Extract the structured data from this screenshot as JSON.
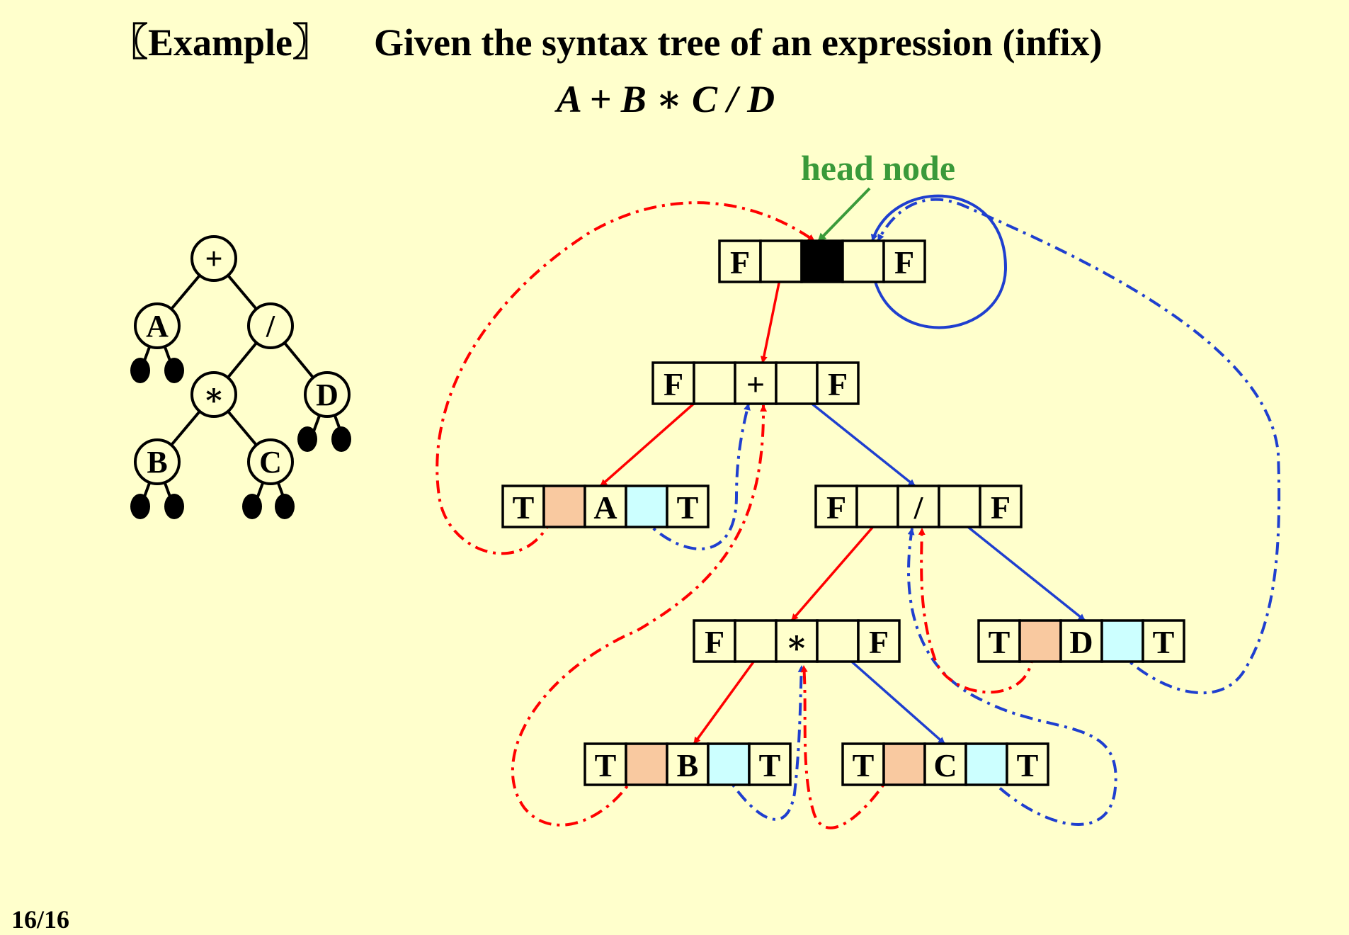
{
  "slide": {
    "title_tag": "〖Example〗",
    "title_text": "Given the syntax tree of an expression (infix)",
    "expression": "A + B ∗ C / D",
    "page_number": "16/16"
  },
  "colors": {
    "background": "#ffffcc",
    "thread_left": "#ff0000",
    "thread_right": "#1f3fcf",
    "head_label": "#3a9a3a",
    "left_cell_fill": "#f9c9a0",
    "right_cell_fill": "#ccffff",
    "head_cell_fill": "#000000"
  },
  "syntax_tree": {
    "nodes": [
      {
        "id": "plus",
        "label": "+"
      },
      {
        "id": "A",
        "label": "A"
      },
      {
        "id": "div",
        "label": "/"
      },
      {
        "id": "mul",
        "label": "∗"
      },
      {
        "id": "D",
        "label": "D"
      },
      {
        "id": "B",
        "label": "B"
      },
      {
        "id": "C",
        "label": "C"
      }
    ]
  },
  "threaded_tree": {
    "head_label": "head node",
    "nodes": [
      {
        "id": "head",
        "left_tag": "F",
        "data": "",
        "right_tag": "F"
      },
      {
        "id": "plus",
        "left_tag": "F",
        "data": "+",
        "right_tag": "F"
      },
      {
        "id": "A",
        "left_tag": "T",
        "data": "A",
        "right_tag": "T"
      },
      {
        "id": "div",
        "left_tag": "F",
        "data": "/",
        "right_tag": "F"
      },
      {
        "id": "mul",
        "left_tag": "F",
        "data": "∗",
        "right_tag": "F"
      },
      {
        "id": "D",
        "left_tag": "T",
        "data": "D",
        "right_tag": "T"
      },
      {
        "id": "B",
        "left_tag": "T",
        "data": "B",
        "right_tag": "T"
      },
      {
        "id": "C",
        "left_tag": "T",
        "data": "C",
        "right_tag": "T"
      }
    ]
  }
}
